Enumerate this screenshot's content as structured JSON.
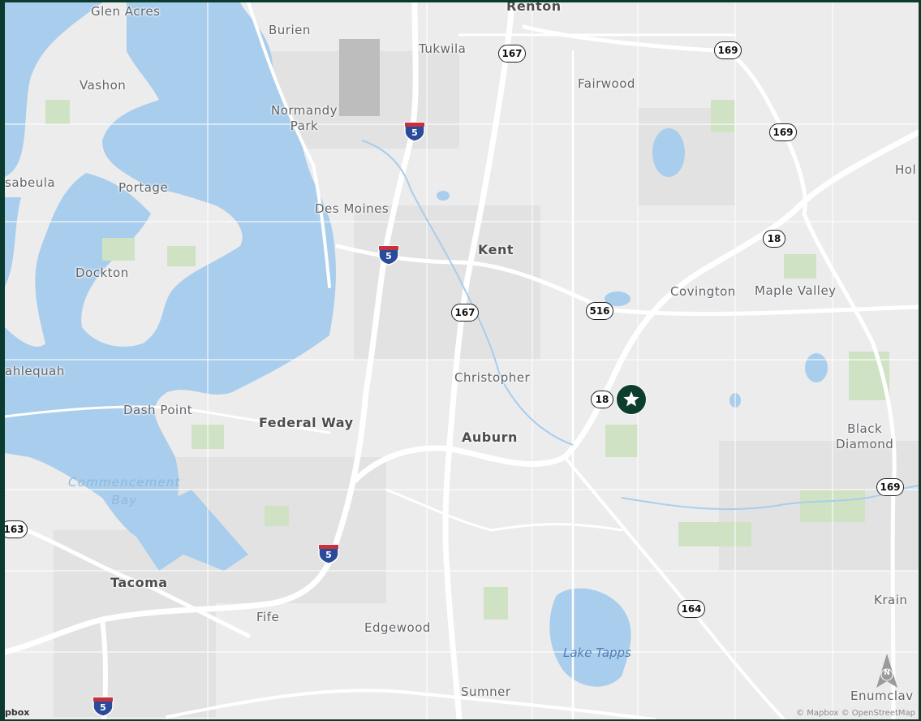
{
  "places": {
    "glen_acres": "Glen Acres",
    "burien": "Burien",
    "renton": "Renton",
    "tukwila": "Tukwila",
    "vashon": "Vashon",
    "normandy_park": "Normandy\nPark",
    "fairwood": "Fairwood",
    "isabeula": "sabeula",
    "portage": "Portage",
    "des_moines": "Des Moines",
    "kent": "Kent",
    "hobart": "Hol",
    "dockton": "Dockton",
    "covington": "Covington",
    "maple_valley": "Maple Valley",
    "tahlequah": "ahlequah",
    "christopher": "Christopher",
    "dash_point": "Dash Point",
    "federal_way": "Federal Way",
    "auburn": "Auburn",
    "black_diamond": "Black\nDiamond",
    "tacoma": "Tacoma",
    "fife": "Fife",
    "edgewood": "Edgewood",
    "krain": "Krain",
    "sumner": "Sumner",
    "enumclaw": "Enumclav"
  },
  "water": {
    "commencement_bay": "Commencement\nBay",
    "lake_tapps": "Lake Tapps"
  },
  "route_shields": {
    "r167_top": "167",
    "r169_top": "169",
    "r169_mid": "169",
    "r18_east": "18",
    "r167_mid": "167",
    "r516": "516",
    "r18_marker": "18",
    "r169_low": "169",
    "r163": "163",
    "r164": "164"
  },
  "interstates": {
    "i5_north": "5",
    "i5_mid": "5",
    "i5_south": "5",
    "i5_tacoma": "5"
  },
  "compass_letter": "N",
  "attribution": "© Mapbox © OpenStreetMap",
  "logo": "pbox",
  "colors": {
    "land": "#ececec",
    "water": "#a9cdec",
    "park": "#cfe3c4",
    "road": "#ffffff",
    "marker": "#0d3d2c",
    "frame": "#0b3b2e"
  }
}
